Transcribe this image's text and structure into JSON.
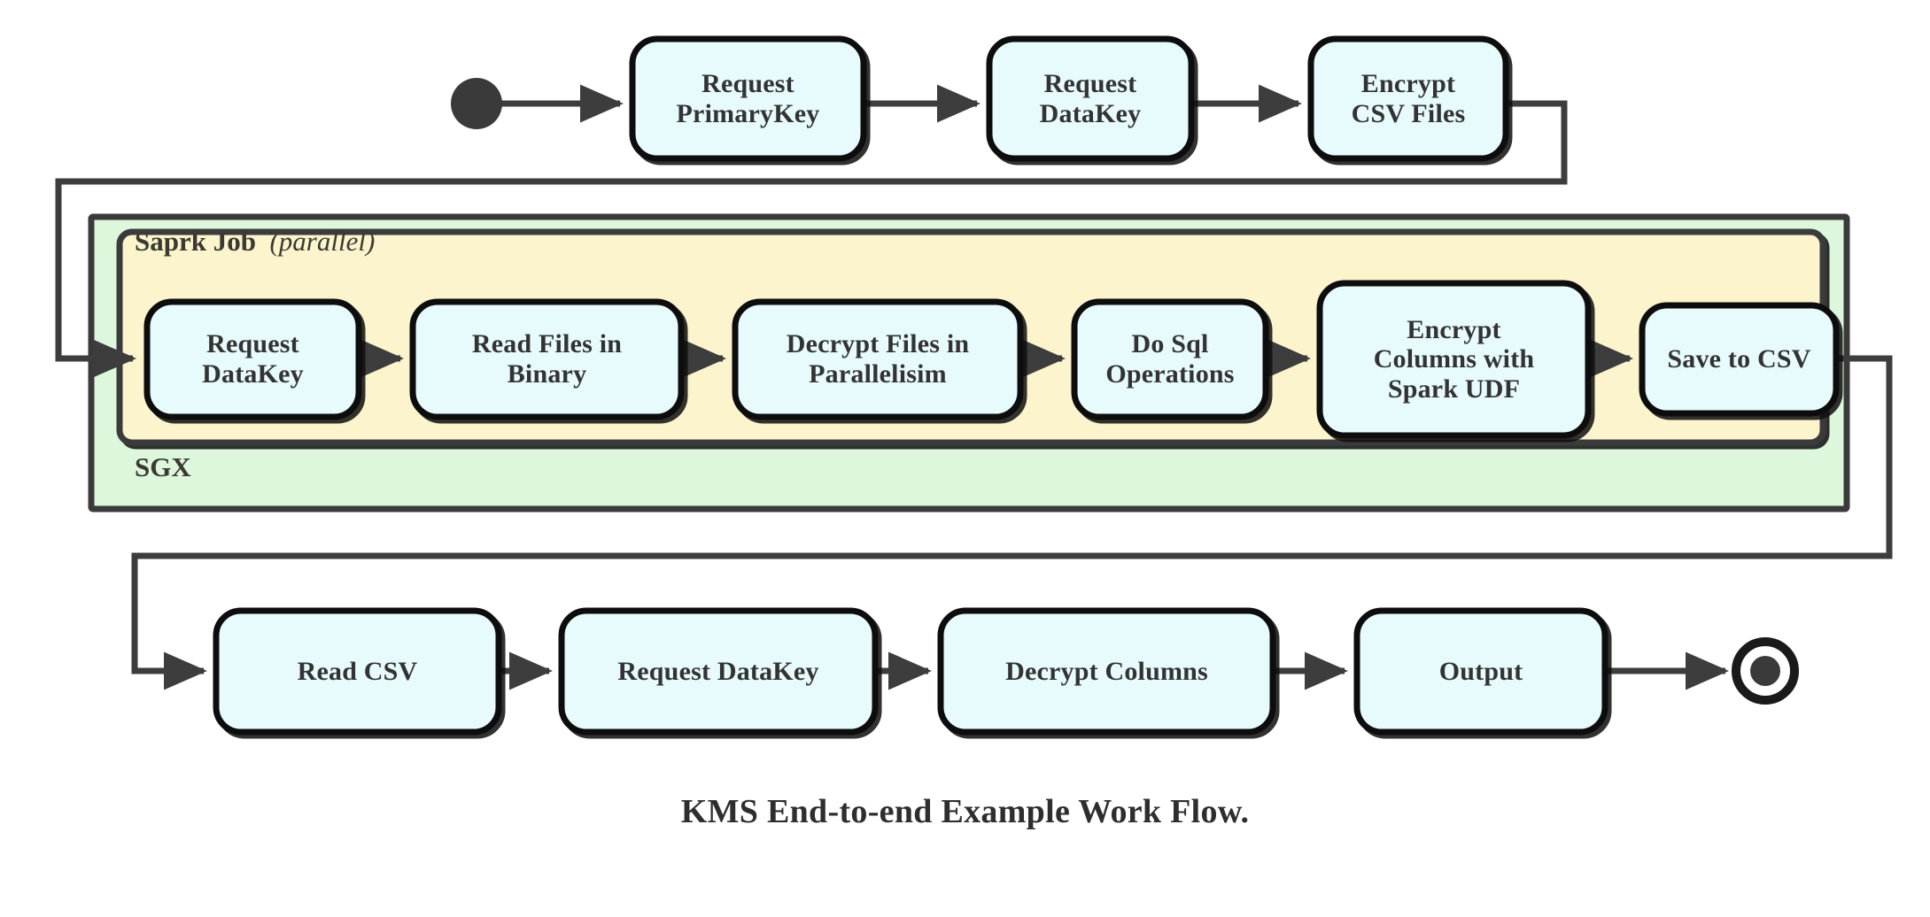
{
  "diagram": {
    "title": "KMS End-to-end Example Work Flow.",
    "colors": {
      "stroke": "#1a1a1a",
      "connector": "#3d3d3d",
      "node_fill": "#e7fbfd",
      "sgx_fill": "#ddf7dd",
      "spark_fill": "#fcf4cd",
      "text": "#333333",
      "background": "#ffffff"
    },
    "start_node": {
      "name": "start",
      "shape": "filled-circle"
    },
    "end_node": {
      "name": "end",
      "shape": "ring-with-filled-center"
    },
    "containers": [
      {
        "id": "sgx",
        "label": "SGX",
        "label_position": "bottom-left",
        "fill": "#ddf7dd"
      },
      {
        "id": "spark",
        "label": "Saprk Job",
        "annotation": "(parallel)",
        "label_position": "top-left",
        "fill": "#fcf4cd"
      }
    ],
    "rows": [
      {
        "id": "row-top",
        "nodes": [
          {
            "id": "request-primarykey",
            "label": "Request\nPrimaryKey"
          },
          {
            "id": "request-datakey-top",
            "label": "Request\nDataKey"
          },
          {
            "id": "encrypt-csv-files",
            "label": "Encrypt\nCSV Files"
          }
        ]
      },
      {
        "id": "row-spark",
        "nodes": [
          {
            "id": "request-datakey-spark",
            "label": "Request\nDataKey"
          },
          {
            "id": "read-files-in-binary",
            "label": "Read Files in\nBinary"
          },
          {
            "id": "decrypt-files-in-parallelisim",
            "label": "Decrypt Files in\nParallelisim"
          },
          {
            "id": "do-sql-operations",
            "label": "Do Sql\nOperations"
          },
          {
            "id": "encrypt-columns-with-spark-udf",
            "label": "Encrypt\nColumns with\nSpark UDF"
          },
          {
            "id": "save-to-csv",
            "label": "Save to CSV"
          }
        ]
      },
      {
        "id": "row-bottom",
        "nodes": [
          {
            "id": "read-csv",
            "label": "Read CSV"
          },
          {
            "id": "request-datakey-bottom",
            "label": "Request DataKey"
          },
          {
            "id": "decrypt-columns",
            "label": "Decrypt Columns"
          },
          {
            "id": "output",
            "label": "Output"
          }
        ]
      }
    ],
    "flow_sequence": [
      "start",
      "Request PrimaryKey",
      "Request DataKey",
      "Encrypt CSV Files",
      "Request DataKey",
      "Read Files in Binary",
      "Decrypt Files in Parallelisim",
      "Do Sql Operations",
      "Encrypt Columns with Spark UDF",
      "Save to CSV",
      "Read CSV",
      "Request DataKey",
      "Decrypt Columns",
      "Output",
      "end"
    ]
  }
}
